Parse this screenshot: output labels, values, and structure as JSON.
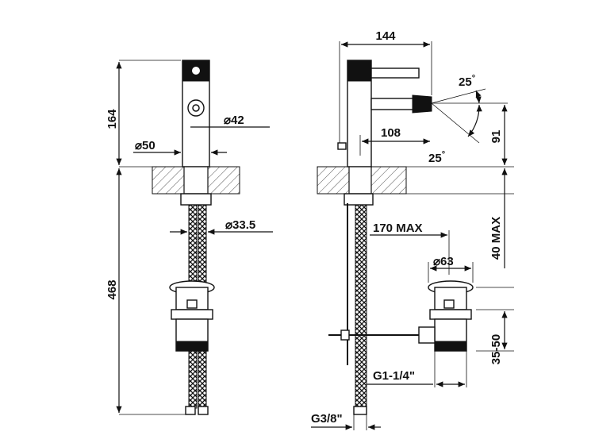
{
  "dimensions": {
    "height_body": "164",
    "total_height": "468",
    "spout_diameter": "42",
    "body_diameter": "50",
    "shank_diameter": "33.5",
    "projection": "144",
    "spout_reach": "108",
    "spray_angle_up": "25",
    "spray_angle_down": "25",
    "spout_height": "91",
    "deck_thickness": "40 MAX",
    "pull_rod_length": "170 MAX",
    "waste_diameter": "63",
    "waste_range": "35-50",
    "waste_thread": "G1-1/4\"",
    "supply_thread": "G3/8\""
  },
  "symbols": {
    "diameter": "⌀",
    "degree": "°"
  },
  "colors": {
    "line": "#111111",
    "hatch": "#555555",
    "background": "#ffffff"
  }
}
